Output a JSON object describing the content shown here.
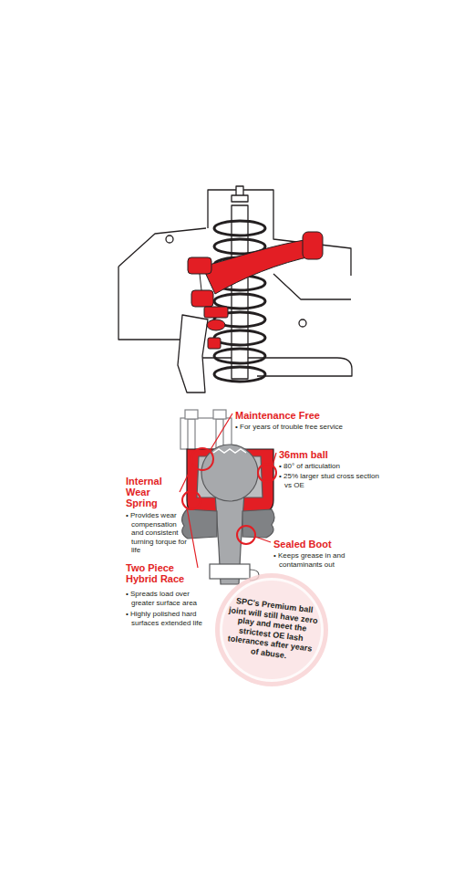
{
  "diagram": {
    "nodes": [
      {
        "text": [
          "SPC's Premium ball joint will still have zero play and meet the strictest OE lash tolerances after years of abuse."
        ]
      }
    ],
    "labels": [
      "Maintenance Free",
      "• For years of trouble free service",
      "36mm ball",
      "• 80° of articulation",
      "• 25% larger stud cross section vs OE",
      "Internal Wear Spring",
      "• Provides wear compensation and consistent turning torque for life",
      "Sealed Boot",
      "• Keeps grease in and contaminants out",
      "Two Piece Hybrid Race",
      "• Spreads load over greater surface area",
      "• Highly polished hard surfaces extended life"
    ]
  }
}
